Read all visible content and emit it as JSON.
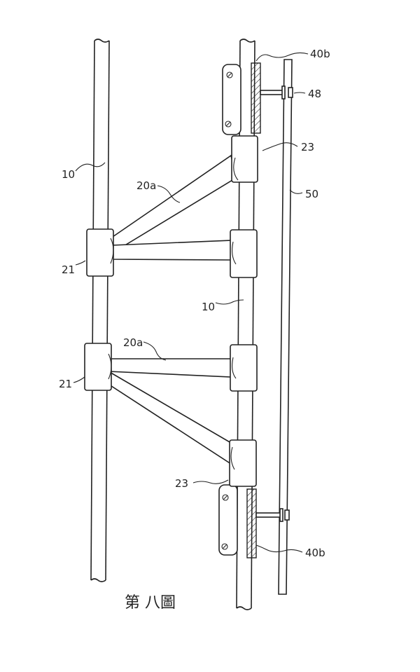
{
  "labels": {
    "pole_left": "10",
    "pole_mid": "10",
    "brace_upper": "20a",
    "brace_lower": "20a",
    "clamp_left_upper": "21",
    "clamp_left_lower": "21",
    "coupler_upper": "23",
    "coupler_lower": "23",
    "bracket_upper": "40b",
    "bracket_lower": "40b",
    "bolt": "48",
    "panel": "50"
  },
  "caption": "第 八圖"
}
